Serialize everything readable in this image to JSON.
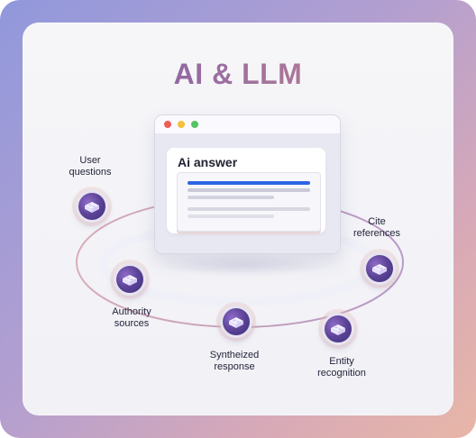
{
  "title": "AI & LLM",
  "window": {
    "answer_title": "Ai answer"
  },
  "nodes": [
    {
      "label_line1": "User",
      "label_line2": "questions"
    },
    {
      "label_line1": "Authority",
      "label_line2": "sources"
    },
    {
      "label_line1": "Syntheized",
      "label_line2": "response"
    },
    {
      "label_line1": "Entity",
      "label_line2": "recognition"
    },
    {
      "label_line1": "Cite",
      "label_line2": "references"
    }
  ],
  "colors": {
    "background_start": "#9198dc",
    "background_end": "#e8b6a7",
    "title_start": "#6d4f9f",
    "title_end": "#d1877f",
    "answer_highlight": "#2d64e5",
    "node_fill": "#5d4498"
  },
  "icons": [
    "brick-icon"
  ]
}
